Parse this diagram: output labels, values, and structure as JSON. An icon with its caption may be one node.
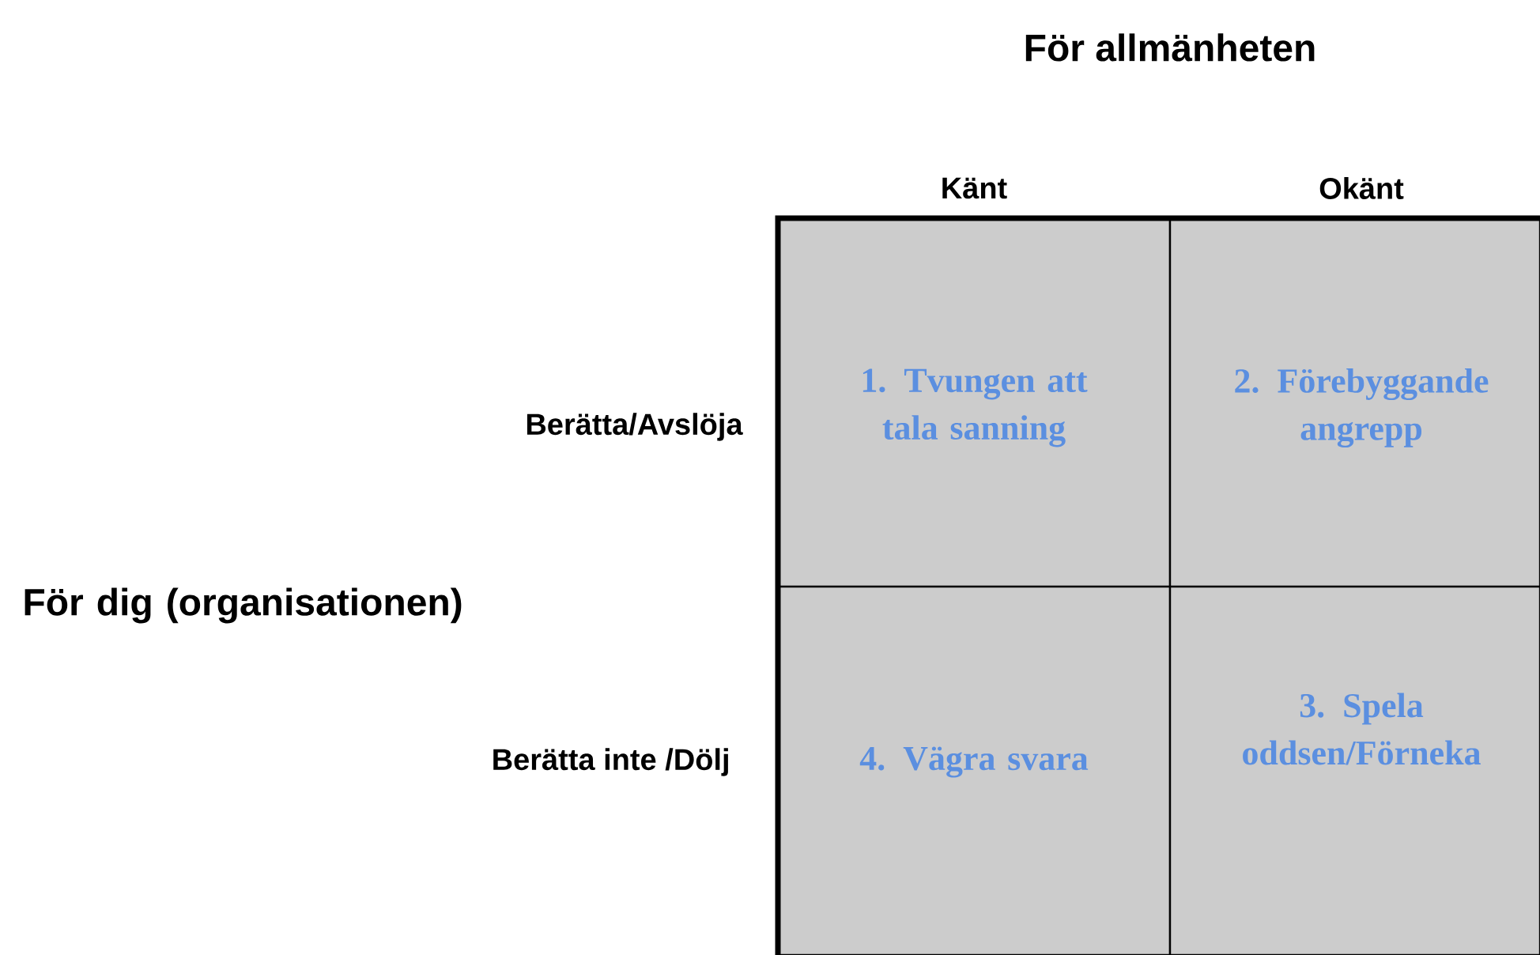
{
  "diagram": {
    "title": "För allmänheten",
    "nodes": [
      {
        "text": [
          "1. Tvungen att tala sanning"
        ]
      },
      {
        "text": [
          "2. Förebyggande angrepp"
        ]
      },
      {
        "text": [
          "4. Vägra svara"
        ]
      },
      {
        "text": [
          "3. Spela oddsen/Förneka"
        ]
      }
    ],
    "labels": [
      "Känt",
      "Okänt",
      "Berätta/Avslöja",
      "För dig (organisationen)",
      "Berätta inte /Dölj"
    ]
  }
}
